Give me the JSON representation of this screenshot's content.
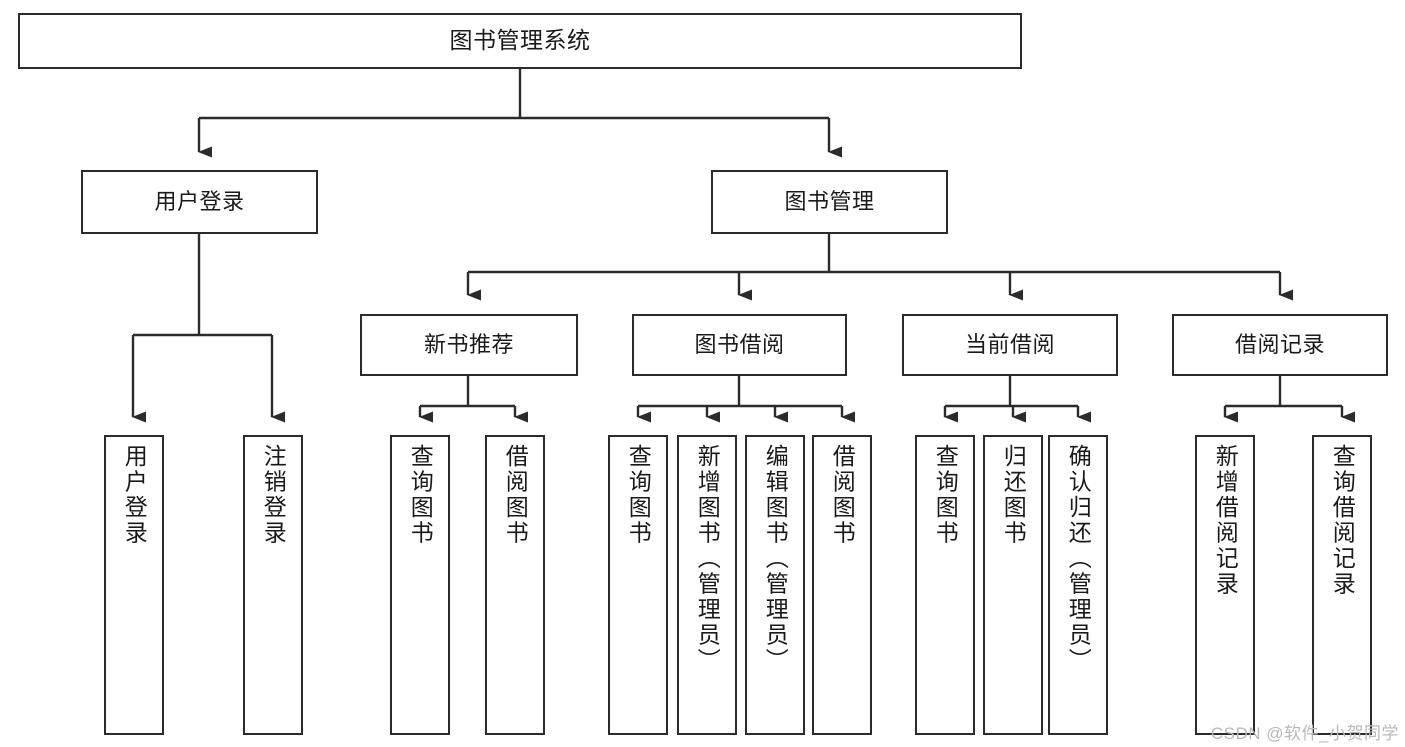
{
  "diagram": {
    "title": "图书管理系统",
    "type": "hierarchy-tree",
    "watermark": "CSDN @软件_小贺同学",
    "colors": {
      "stroke": "#2b2b2b",
      "fill": "#ffffff",
      "text": "#1a1a1a",
      "watermark": "#b9b9b9"
    },
    "nodes": {
      "root": {
        "label": "图书管理系统",
        "level": 0
      },
      "l1": [
        {
          "id": "user-login",
          "label": "用户登录"
        },
        {
          "id": "book-manage",
          "label": "图书管理"
        }
      ],
      "l2": [
        {
          "id": "new-book-recommend",
          "label": "新书推荐"
        },
        {
          "id": "book-borrow",
          "label": "图书借阅"
        },
        {
          "id": "current-borrow",
          "label": "当前借阅"
        },
        {
          "id": "borrow-record",
          "label": "借阅记录"
        }
      ],
      "leaves": {
        "user-login": [
          {
            "id": "leaf-user-login",
            "label": "用户登录"
          },
          {
            "id": "leaf-logout-login",
            "label": "注销登录"
          }
        ],
        "new-book-recommend": [
          {
            "id": "leaf-query-book-1",
            "label": "查询图书"
          },
          {
            "id": "leaf-borrow-book-1",
            "label": "借阅图书"
          }
        ],
        "book-borrow": [
          {
            "id": "leaf-query-book-2",
            "label": "查询图书"
          },
          {
            "id": "leaf-add-book-admin",
            "label": "新增图书（管理员）"
          },
          {
            "id": "leaf-edit-book-admin",
            "label": "编辑图书（管理员）"
          },
          {
            "id": "leaf-borrow-book-2",
            "label": "借阅图书"
          }
        ],
        "current-borrow": [
          {
            "id": "leaf-query-book-3",
            "label": "查询图书"
          },
          {
            "id": "leaf-return-book",
            "label": "归还图书"
          },
          {
            "id": "leaf-confirm-return-admin",
            "label": "确认归还（管理员）"
          }
        ],
        "borrow-record": [
          {
            "id": "leaf-add-borrow-record",
            "label": "新增借阅记录"
          },
          {
            "id": "leaf-query-borrow-record",
            "label": "查询借阅记录"
          }
        ]
      }
    }
  }
}
